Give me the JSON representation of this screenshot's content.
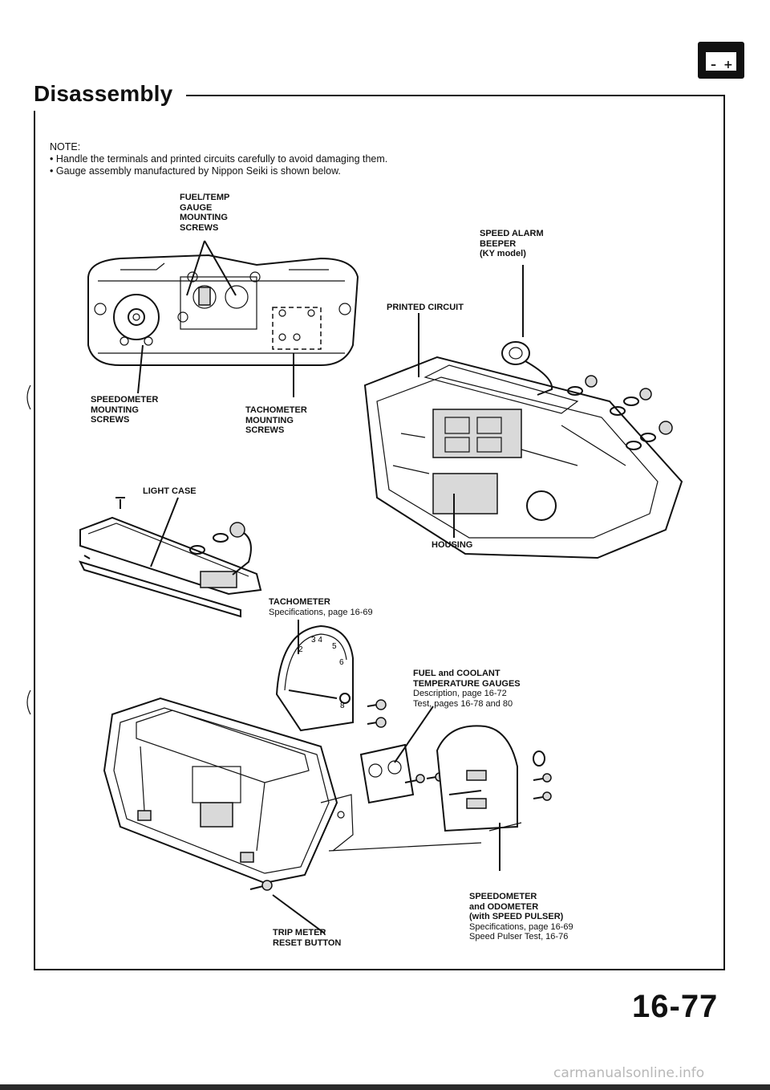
{
  "battery_badge": {
    "minus": "–",
    "plus": "+"
  },
  "section": {
    "title": "Disassembly"
  },
  "note": {
    "heading": "NOTE:",
    "items": [
      "• Handle the terminals and printed circuits carefully to avoid damaging them.",
      "• Gauge assembly manufactured by Nippon Seiki is shown below."
    ]
  },
  "callouts": {
    "fuel_temp_screws": [
      "FUEL/TEMP",
      "GAUGE",
      "MOUNTING",
      "SCREWS"
    ],
    "speed_alarm": [
      "SPEED ALARM",
      "BEEPER",
      "(KY model)"
    ],
    "printed_circuit": "PRINTED CIRCUIT",
    "speedometer_screws": [
      "SPEEDOMETER",
      "MOUNTING",
      "SCREWS"
    ],
    "tachometer_screws": [
      "TACHOMETER",
      "MOUNTING",
      "SCREWS"
    ],
    "light_case": "LIGHT CASE",
    "housing": "HOUSING",
    "tachometer": {
      "name": "TACHOMETER",
      "spec": "Specifications, page 16-69"
    },
    "fuel_coolant": {
      "name_lines": [
        "FUEL and COOLANT",
        "TEMPERATURE GAUGES"
      ],
      "desc": "Description, page 16-72",
      "test": "Test, pages 16-78 and 80"
    },
    "speedometer": {
      "name_lines": [
        "SPEEDOMETER",
        "and ODOMETER",
        "(with SPEED PULSER)"
      ],
      "spec": "Specifications, page 16-69",
      "test": "Speed Pulser Test, 16-76"
    },
    "trip_reset": [
      "TRIP METER",
      "RESET BUTTON"
    ]
  },
  "page_number": "16-77",
  "watermark": "carmanualsonline.info"
}
